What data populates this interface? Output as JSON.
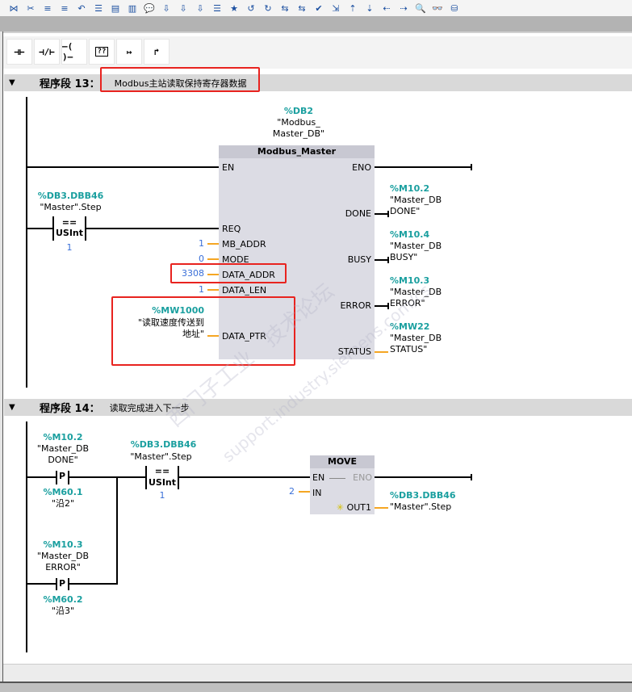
{
  "toolbar": {
    "icons": [
      "insert-network-icon",
      "delete-network-icon",
      "insert-row-icon",
      "add-row-icon",
      "jump-icon",
      "network-list-icon",
      "expand-icon",
      "collapse-icon",
      "comment-icon",
      "absolute-address-icon",
      "symbolic-address-icon",
      "symbol-info-icon",
      "favorites-icon",
      "favorites-star-icon",
      "go-to-previous-error-icon",
      "go-to-next-error-icon",
      "compare-icon",
      "compare2-icon",
      "check-icon",
      "show-hide-icon",
      "nav-up-icon",
      "nav-down-icon",
      "jump-back-icon",
      "jump-forward-icon",
      "monitor-icon",
      "glasses-icon",
      "database-icon"
    ]
  },
  "instructions": {
    "items": [
      {
        "label": "⊣⊢",
        "name": "no-contact"
      },
      {
        "label": "⊣/⊢",
        "name": "nc-contact"
      },
      {
        "label": "–( )–",
        "name": "coil"
      },
      {
        "label": "??",
        "name": "empty-box"
      },
      {
        "label": "↦",
        "name": "open-branch"
      },
      {
        "label": "↱",
        "name": "close-branch"
      }
    ]
  },
  "network13": {
    "label": "程序段 13：",
    "comment": "Modbus主站读取保持寄存器数据",
    "instance_db": {
      "addr": "%DB2",
      "name1": "\"Modbus_",
      "name2": "Master_DB\""
    },
    "block": {
      "title": "Modbus_Master",
      "inputs": [
        "EN",
        "REQ",
        "MB_ADDR",
        "MODE",
        "DATA_ADDR",
        "DATA_LEN",
        "DATA_PTR"
      ],
      "outputs": [
        "ENO",
        "DONE",
        "BUSY",
        "ERROR",
        "STATUS"
      ]
    },
    "compare": {
      "addr": "%DB3.DBB46",
      "symbol": "\"Master\".Step",
      "op": "==",
      "type": "USInt",
      "value": "1"
    },
    "params": {
      "mb_addr": "1",
      "mode": "0",
      "data_addr": "3308",
      "data_len": "1",
      "data_ptr_addr": "%MW1000",
      "data_ptr_sym1": "\"读取速度传送到",
      "data_ptr_sym2": "地址\""
    },
    "outs": [
      {
        "addr": "%M10.2",
        "sym1": "\"Master_DB",
        "sym2": "DONE\""
      },
      {
        "addr": "%M10.4",
        "sym1": "\"Master_DB",
        "sym2": "BUSY\""
      },
      {
        "addr": "%M10.3",
        "sym1": "\"Master_DB",
        "sym2": "ERROR\""
      },
      {
        "addr": "%MW22",
        "sym1": "\"Master_DB",
        "sym2": "STATUS\""
      }
    ]
  },
  "network14": {
    "label": "程序段 14：",
    "comment": "读取完成进入下一步",
    "c1": {
      "addr": "%M10.2",
      "sym1": "\"Master_DB",
      "sym2": "DONE\"",
      "type": "P",
      "edge_addr": "%M60.1",
      "edge_sym": "\"沿2\""
    },
    "c2": {
      "addr": "%M10.3",
      "sym1": "\"Master_DB",
      "sym2": "ERROR\"",
      "type": "P",
      "edge_addr": "%M60.2",
      "edge_sym": "\"沿3\""
    },
    "compare": {
      "addr": "%DB3.DBB46",
      "symbol": "\"Master\".Step",
      "op": "==",
      "type": "USInt",
      "value": "1"
    },
    "move": {
      "title": "MOVE",
      "en": "EN",
      "eno": "ENO",
      "in": "IN",
      "out": "OUT1",
      "in_value": "2",
      "out_addr": "%DB3.DBB46",
      "out_sym": "\"Master\".Step"
    }
  },
  "watermark": "西门子工业 技术论坛 support.industry.siemens.com/cs",
  "colors": {
    "highlight": "#e8231f",
    "operand": "#1a9f9f",
    "constant": "#3a6fd8",
    "wire_param": "#f5a623"
  }
}
